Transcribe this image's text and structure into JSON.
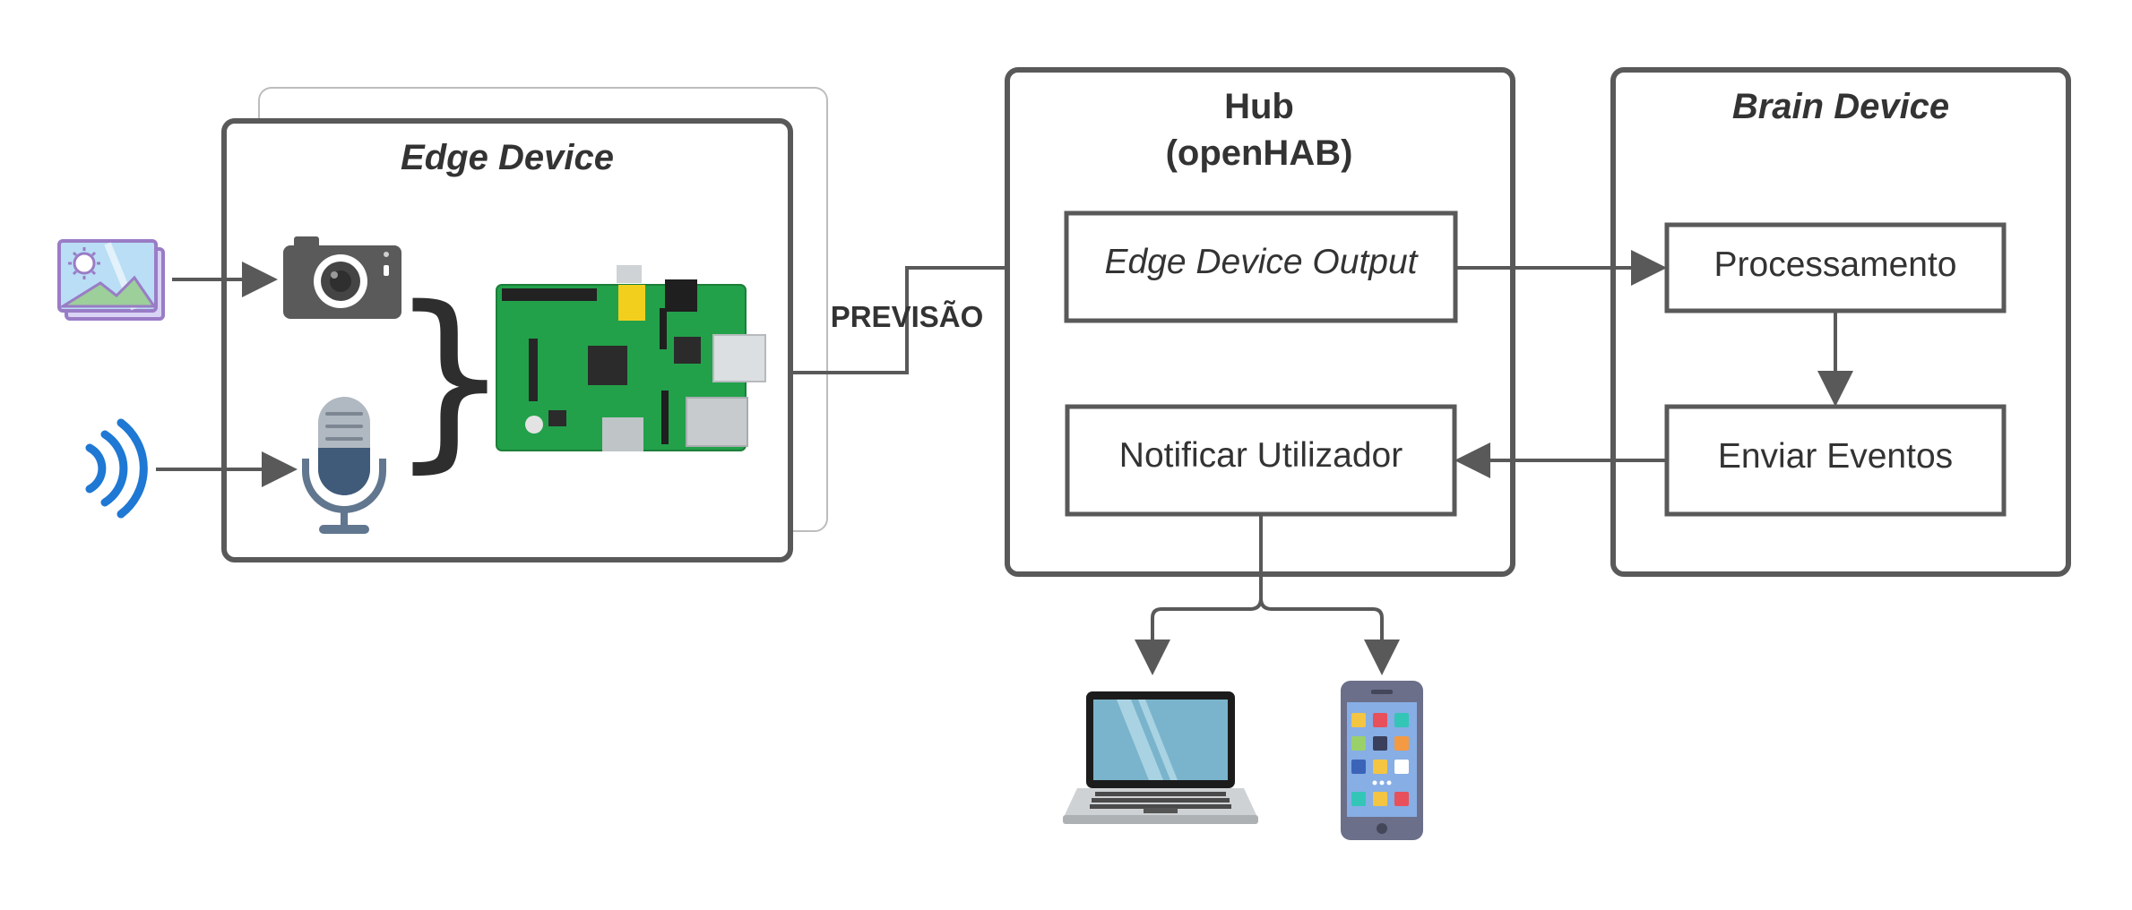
{
  "edge_device": {
    "title": "Edge Device"
  },
  "connector": {
    "label": "PREVISÃO"
  },
  "hub": {
    "title_line1": "Hub",
    "title_line2": "(openHAB)",
    "output_box": "Edge Device Output",
    "notify_box": "Notificar Utilizador"
  },
  "brain_device": {
    "title": "Brain Device",
    "process_box": "Processamento",
    "events_box": "Enviar Eventos"
  },
  "icons": [
    "image-icon",
    "camera-icon",
    "sound-waves-icon",
    "microphone-icon",
    "curly-brace-icon",
    "raspberry-pi-board-icon",
    "laptop-icon",
    "smartphone-icon"
  ],
  "colors": {
    "stroke": "#595959",
    "text": "#333333",
    "board_green": "#22a14a",
    "wave_blue": "#1e78d4",
    "screen_blue": "#7ab4cc"
  }
}
